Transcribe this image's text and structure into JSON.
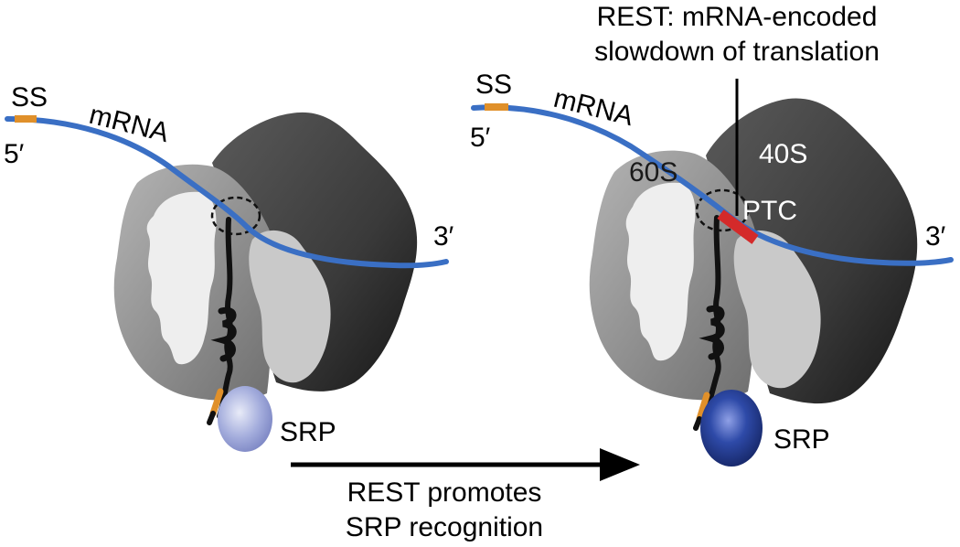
{
  "left_panel": {
    "ss_label": "SS",
    "mrna_label": "mRNA",
    "five_prime_label": "5′",
    "three_prime_label": "3′",
    "srp_label": "SRP"
  },
  "right_panel": {
    "ss_label": "SS",
    "mrna_label": "mRNA",
    "five_prime_label": "5′",
    "three_prime_label": "3′",
    "large_subunit_label": "60S",
    "small_subunit_label": "40S",
    "ptc_label": "PTC",
    "srp_label": "SRP"
  },
  "top_annotation": {
    "line1": "REST: mRNA-encoded",
    "line2": "slowdown of translation"
  },
  "arrow_caption": {
    "line1": "REST promotes",
    "line2": "SRP recognition"
  },
  "colors": {
    "mrna": "#3a6fc4",
    "signal_sequence": "#e0902a",
    "rest_element": "#d42a2a",
    "srp_left": "#9aa3d8",
    "srp_right": "#233b8c",
    "large_subunit": "#a6a6a6",
    "small_subunit": "#3e3e3e"
  }
}
